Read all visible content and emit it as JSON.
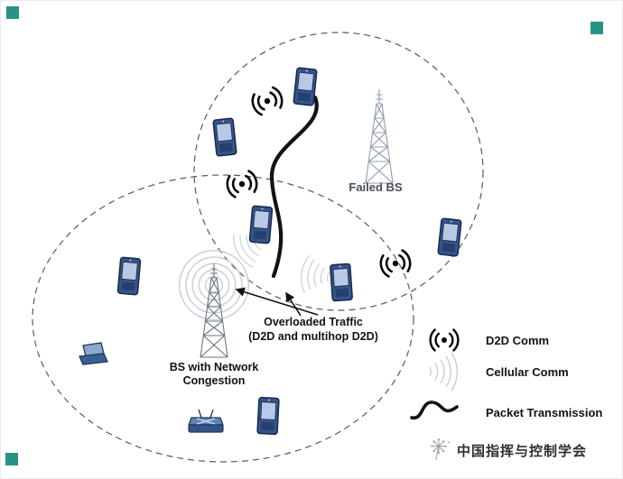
{
  "diagram": {
    "labels": {
      "failed_bs": "Failed BS",
      "overloaded_line1": "Overloaded Traffic",
      "overloaded_line2": "(D2D and multihop D2D)",
      "congested_line1": "BS with Network",
      "congested_line2": "Congestion"
    }
  },
  "legend": {
    "items": [
      {
        "name": "d2d-comm",
        "label": "D2D Comm"
      },
      {
        "name": "cellular-comm",
        "label": "Cellular Comm"
      },
      {
        "name": "packet-transmission",
        "label": "Packet Transmission"
      }
    ]
  },
  "footer": {
    "org_name": "中国指挥与控制学会"
  },
  "colors": {
    "accent_teal": "#279386",
    "phone_body": "#35558a",
    "phone_screen": "#b9c8e4",
    "tower_failed": "#939dab",
    "tower_congested": "#6b7683",
    "cellular_arc": "#c8cdd6",
    "ink": "#121212"
  }
}
